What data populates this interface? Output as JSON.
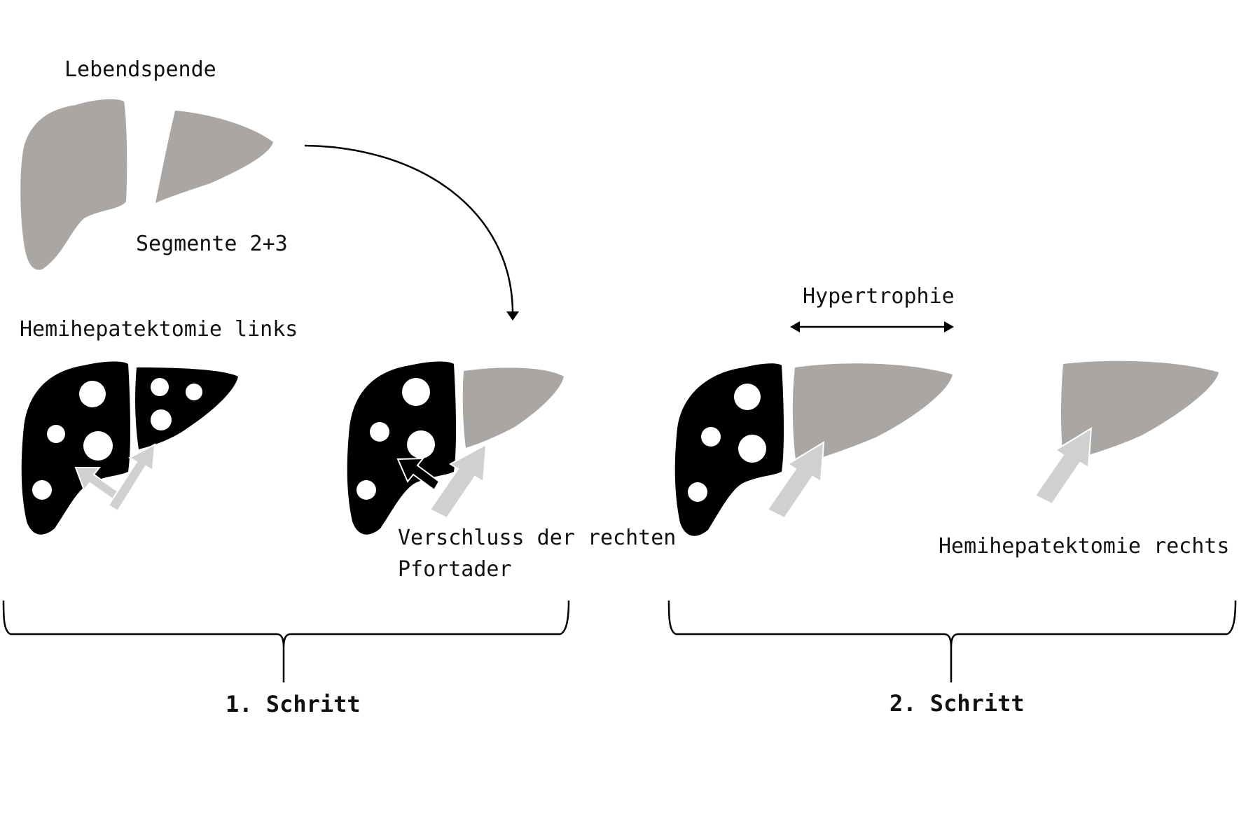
{
  "labels": {
    "lebendspende": "Lebendspende",
    "segmente": "Segmente 2+3",
    "hemi_links": "Hemihepatektomie links",
    "hypertrophie": "Hypertrophie",
    "verschluss_line1": "Verschluss der rechten",
    "verschluss_line2": "Pfortader",
    "hemi_rechts": "Hemihepatektomie rechts",
    "step1": "1. Schritt",
    "step2": "2. Schritt"
  },
  "colors": {
    "diseased_liver": "#000000",
    "healthy_liver": "#a9a6a4",
    "arrow_light": "#d0d0d0",
    "metastasis": "#ffffff",
    "line": "#000000"
  }
}
